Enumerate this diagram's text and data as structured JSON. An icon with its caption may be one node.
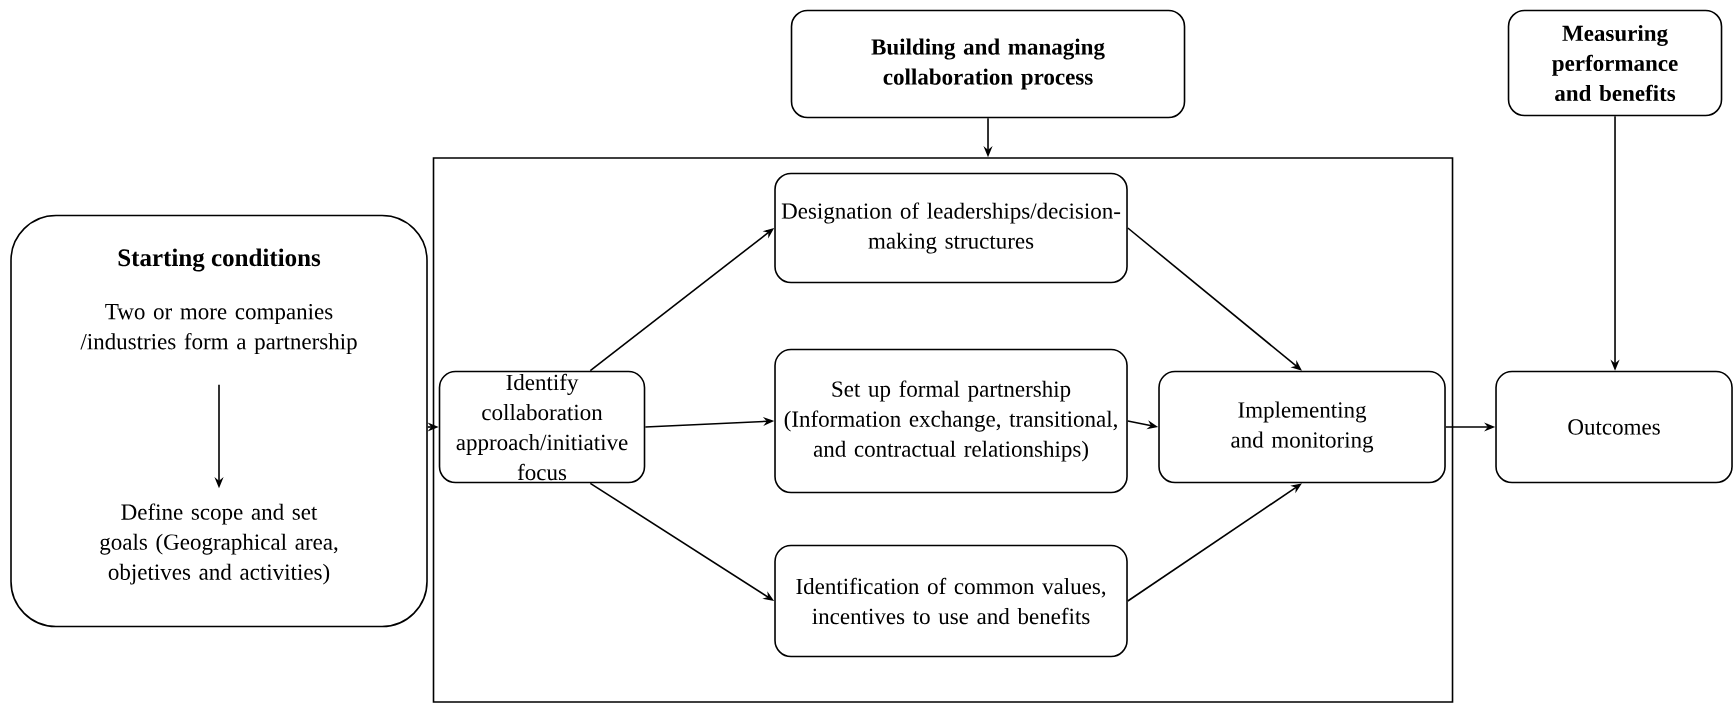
{
  "diagram": {
    "nodes": [
      {
        "text": [
          "Starting conditions"
        ]
      },
      {
        "text": [
          "Two or more companies /industries form a partnership"
        ],
        "in": 0
      },
      {
        "text": [
          "Define scope and set goals (Geographical area, objetives and activities)"
        ],
        "in": 0
      },
      {
        "text": [
          "Building and managing collaboration process"
        ]
      },
      {
        "text": [
          "Measuring performance and benefits"
        ]
      },
      {
        "text": [],
        "shape": "box"
      },
      {
        "text": [
          "Identify collaboration approach/initiative focus"
        ],
        "in": 5
      },
      {
        "text": [
          "Designation of leaderships/decision-making structures"
        ],
        "in": 5
      },
      {
        "text": [
          "Set up formal partnership (Information exchange, transitional, and contractual relationships)"
        ],
        "in": 5
      },
      {
        "text": [
          "Identification of common values, incentives to use and benefits"
        ],
        "in": 5
      },
      {
        "text": [
          "Implementing and monitoring"
        ],
        "in": 5
      },
      {
        "text": [
          "Outcomes"
        ]
      }
    ],
    "edges": [
      {
        "from": 1,
        "to": 2,
        "arrow": "to"
      },
      {
        "from": 0,
        "to": 6,
        "arrow": "to"
      },
      {
        "from": 3,
        "to": 5,
        "arrow": "to"
      },
      {
        "from": 6,
        "to": 7,
        "arrow": "to"
      },
      {
        "from": 6,
        "to": 8,
        "arrow": "to"
      },
      {
        "from": 6,
        "to": 9,
        "arrow": "to"
      },
      {
        "from": 7,
        "to": 10,
        "arrow": "to"
      },
      {
        "from": 8,
        "to": 10,
        "arrow": "to"
      },
      {
        "from": 9,
        "to": 10,
        "arrow": "to"
      },
      {
        "from": 10,
        "to": 11,
        "arrow": "to"
      },
      {
        "from": 4,
        "to": 11,
        "arrow": "to"
      }
    ]
  }
}
